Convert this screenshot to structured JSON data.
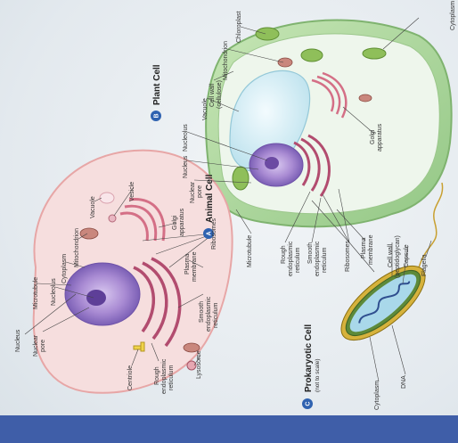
{
  "panels": {
    "animal": {
      "letter": "A",
      "title": "Animal Cell"
    },
    "plant": {
      "letter": "B",
      "title": "Plant Cell"
    },
    "prokaryote": {
      "letter": "C",
      "title": "Prokaryotic Cell",
      "subtitle": "(not to scale)"
    }
  },
  "animal_labels": {
    "nucleus": "Nucleus",
    "nuclear_pore_1": "Nuclear",
    "nuclear_pore_2": "pore",
    "microtubule": "Microtubule",
    "nucleolus": "Nucleolus",
    "cytoplasm": "Cytoplasm",
    "mitochondrion": "Mitochondrion",
    "vacuole": "Vacuole",
    "vesicle": "Vesicle",
    "golgi_1": "Golgi",
    "golgi_2": "apparatus",
    "ribosomes": "Ribosomes",
    "plasma_membrane_1": "Plasma",
    "plasma_membrane_2": "membrane",
    "smooth_er_1": "Smooth",
    "smooth_er_2": "endoplasmic",
    "smooth_er_3": "reticulum",
    "lysosome": "Lysosome",
    "rough_er_1": "Rough",
    "rough_er_2": "endoplasmic",
    "rough_er_3": "reticulum",
    "centriole": "Centriole"
  },
  "plant_labels": {
    "chloroplast": "Chloroplast",
    "cytoplasm": "Cytoplasm",
    "mitochondrion": "Mitochondrion",
    "cell_wall_1": "Cell wall",
    "cell_wall_2": "(cellulose)",
    "vacuole": "Vacuole",
    "nucleolus": "Nucleolus",
    "nucleus": "Nucleus",
    "nuclear_pore_1": "Nuclear",
    "nuclear_pore_2": "pore",
    "golgi_1": "Golgi",
    "golgi_2": "apparatus",
    "microtubule": "Microtubule",
    "rough_er_1": "Rough",
    "rough_er_2": "endoplasmic",
    "rough_er_3": "reticulum",
    "smooth_er_1": "Smooth",
    "smooth_er_2": "endoplasmic",
    "smooth_er_3": "reticulum",
    "ribosomes": "Ribosomes",
    "plasma_membrane_1": "Plasma",
    "plasma_membrane_2": "membrane"
  },
  "prokaryote_labels": {
    "cell_wall_1": "Cell wall",
    "cell_wall_2": "(peptidoglycan)",
    "capsule": "Capsule",
    "flagella": "Flagella",
    "dna": "DNA",
    "cytoplasm": "Cytoplasm"
  },
  "colors": {
    "badge": "#2f62b0",
    "bottom_bar": "#3f5ea8",
    "plant_wall": "#a9d49a",
    "animal_membrane": "#f3cfcf",
    "nucleus": "#b39bd6",
    "prokaryote_capsule": "#d6b23c"
  }
}
